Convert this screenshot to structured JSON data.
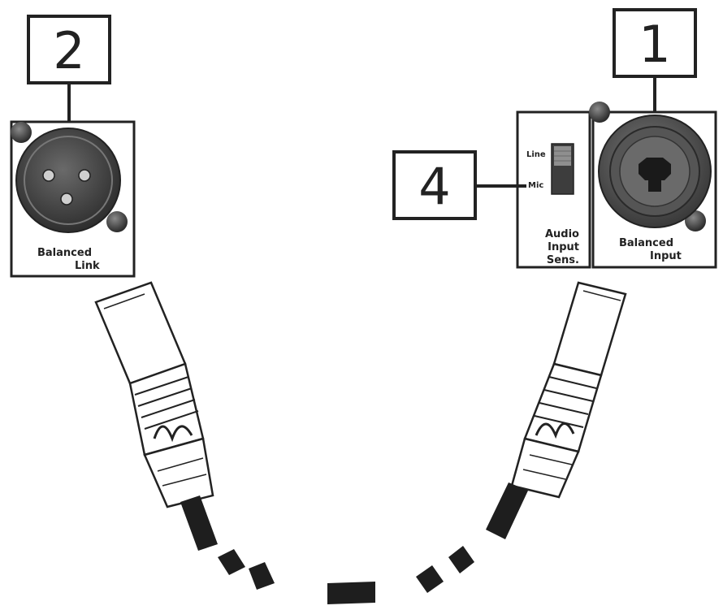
{
  "callouts": {
    "link": "2",
    "input": "1",
    "sensitivity": "4"
  },
  "link_panel": {
    "label_line1": "Balanced",
    "label_line2": "Link"
  },
  "input_panel": {
    "label_line1": "Balanced",
    "label_line2": "Input"
  },
  "sensitivity_panel": {
    "switch_top": "Line",
    "switch_bottom": "Mic",
    "label_line1": "Audio",
    "label_line2": "Input",
    "label_line3": "Sens."
  },
  "colors": {
    "ink": "#222222",
    "connector_fill": "#4a4a4a",
    "cable": "#1e1e1e"
  }
}
